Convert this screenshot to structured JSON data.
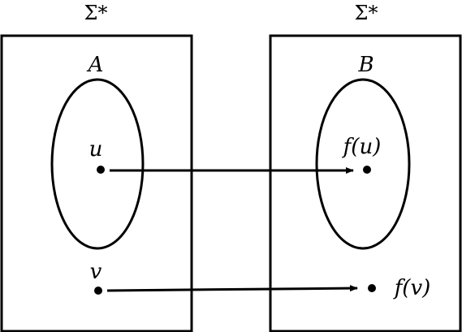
{
  "left_panel": {
    "universe_label": "Σ*",
    "set_label": "A",
    "element_in_set": "u",
    "element_outside_set": "v"
  },
  "right_panel": {
    "universe_label": "Σ*",
    "set_label": "B",
    "image_in_set": "f(u)",
    "image_outside_set": "f(v)"
  },
  "mappings": [
    {
      "from": "u",
      "to": "f(u)"
    },
    {
      "from": "v",
      "to": "f(v)"
    }
  ],
  "colors": {
    "stroke": "#000000",
    "background": "#ffffff"
  }
}
